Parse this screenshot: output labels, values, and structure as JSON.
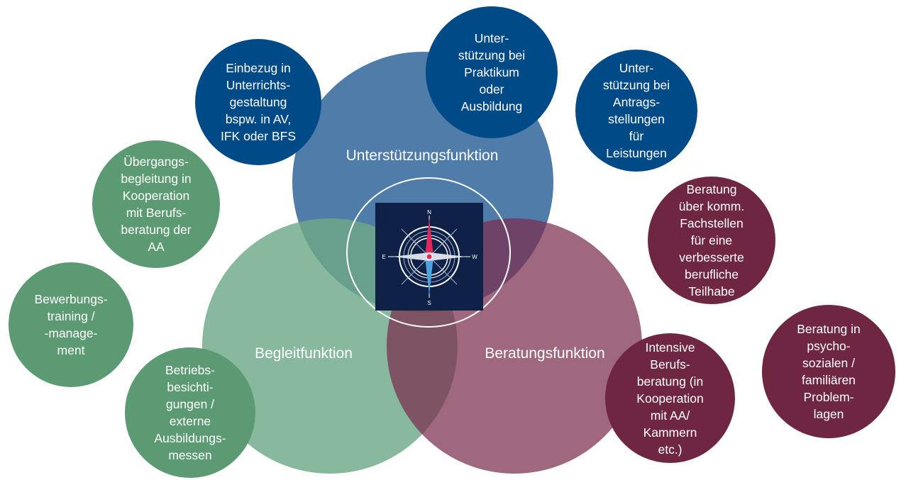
{
  "diagram": {
    "circles": {
      "unterstuetzung": "Unterstützungsfunktion",
      "begleit": "Begleitfunktion",
      "beratung": "Beratungsfunktion"
    },
    "bubbles": {
      "b1": "Einbezug in\nUnterrichts-\ngestaltung\nbspw. in AV,\nIFK oder BFS",
      "b2": "Unter-\nstützung bei\nPraktikum\noder\nAusbildung",
      "b3": "Unter-\nstützung bei\nAntrags-\nstellungen\nfür\nLeistungen",
      "b4": "Übergangs-\nbegleitung in\nKooperation\nmit Berufs-\nberatung der\nAA",
      "b5": "Bewerbungs-\ntraining /\n-manage-\nment",
      "b6": "Betriebs-\nbesichti-\ngungen /\nexterne\nAusbildungs-\nmessen",
      "b7": "Beratung\nüber komm.\nFachstellen\nfür eine\nverbesserte\nberufliche\nTeilhabe",
      "b8": "Intensive\nBerufs-\nberatung (in\nKooperation\nmit AA/\nKammern\netc.)",
      "b9": "Beratung in\npsycho-\nsozialen /\nfamiliären\nProblem-\nlagen"
    },
    "compass": {
      "north": "N",
      "east": "W",
      "south": "S",
      "west": "E"
    },
    "colors": {
      "blue_circle": "#4f7ca8",
      "green_circle": "#86b49a",
      "wine_circle": "#9c6478",
      "blue_bubble": "#004a87",
      "green_bubble": "#5b9a72",
      "wine_bubble": "#6e2642",
      "compass_bg": "#0f2147"
    }
  }
}
